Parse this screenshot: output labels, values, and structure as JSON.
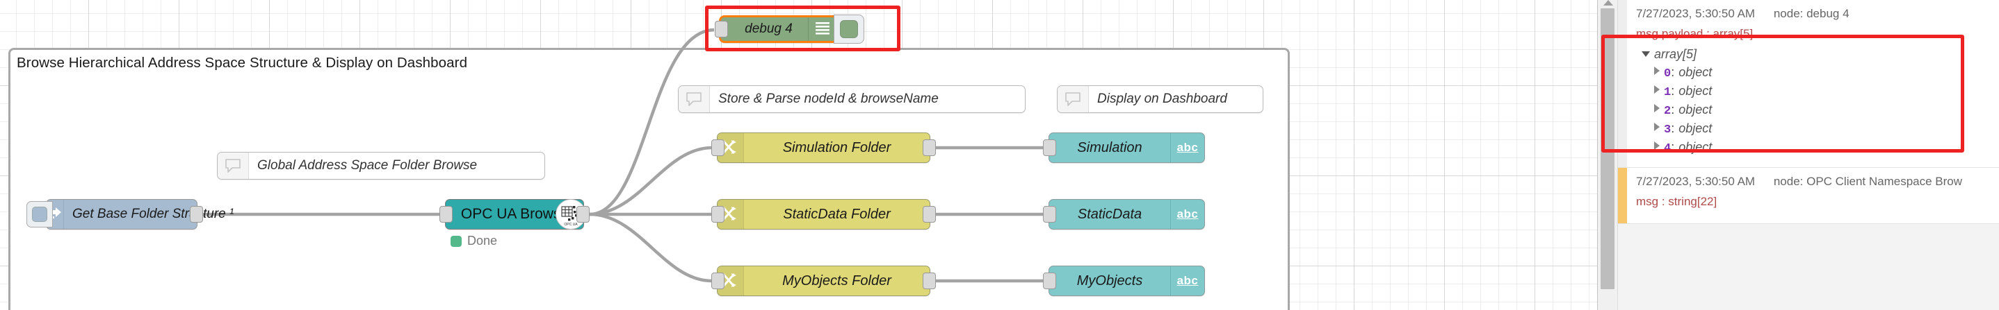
{
  "canvas": {
    "group": {
      "title": "Browse Hierarchical Address Space Structure & Display on Dashboard"
    },
    "nodes": {
      "inject": {
        "label": "Get Base Folder Structure ¹",
        "icon": "inject-arrow-icon",
        "color": "#a6bbcf"
      },
      "opcua_browser": {
        "label": "OPC UA Browser",
        "icon": "opc-ua-logo-icon",
        "color": "#2eaaaa",
        "status": "Done",
        "status_color": "#53b88a"
      },
      "debug": {
        "label": "debug 4",
        "icon": "debug-lines-icon",
        "color": "#87a980",
        "selected_outline": "#ff7f0e"
      },
      "fn_simulation": {
        "label": "Simulation Folder",
        "icon": "function-icon",
        "color": "#dfd877"
      },
      "fn_staticdata": {
        "label": "StaticData Folder",
        "icon": "function-icon",
        "color": "#dfd877"
      },
      "fn_myobjects": {
        "label": "MyObjects Folder",
        "icon": "function-icon",
        "color": "#dfd877"
      },
      "ui_simulation": {
        "label": "Simulation",
        "icon": "abc-text-icon",
        "icon_label": "abc",
        "color": "#7fc9cb"
      },
      "ui_staticdata": {
        "label": "StaticData",
        "icon": "abc-text-icon",
        "icon_label": "abc",
        "color": "#7fc9cb"
      },
      "ui_myobjects": {
        "label": "MyObjects",
        "icon": "abc-text-icon",
        "icon_label": "abc",
        "color": "#7fc9cb"
      }
    },
    "comments": {
      "global_browse": {
        "label": "Global Address Space Folder Browse",
        "icon": "comment-bubble-icon"
      },
      "store_parse": {
        "label": "Store & Parse nodeId & browseName",
        "icon": "comment-bubble-icon"
      },
      "display_dashboard": {
        "label": "Display on Dashboard",
        "icon": "comment-bubble-icon"
      }
    },
    "annotations": {
      "color": "#ee2222"
    }
  },
  "sidebar": {
    "messages": [
      {
        "timestamp": "7/27/2023, 5:30:50 AM",
        "node": "node: debug 4",
        "topic": "msg.payload : array[5]",
        "tree_root": "array[5]",
        "items": [
          {
            "index": "0",
            "type": "object"
          },
          {
            "index": "1",
            "type": "object"
          },
          {
            "index": "2",
            "type": "object"
          },
          {
            "index": "3",
            "type": "object"
          },
          {
            "index": "4",
            "type": "object"
          }
        ]
      },
      {
        "timestamp": "7/27/2023, 5:30:50 AM",
        "node": "node: OPC Client Namespace Brow",
        "topic": "msg : string[22]",
        "tree_root": "",
        "items": []
      }
    ]
  }
}
